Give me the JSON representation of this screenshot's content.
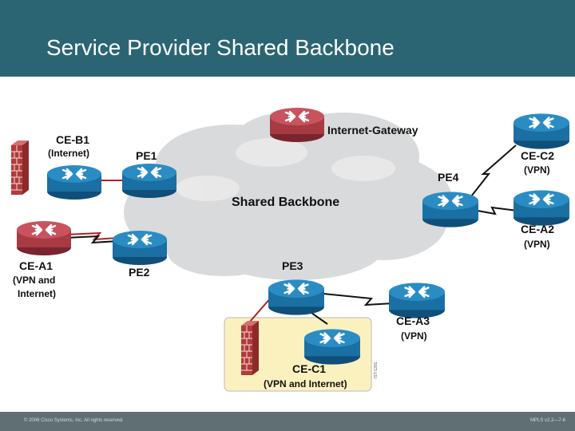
{
  "header": {
    "title": "Service Provider Shared Backbone"
  },
  "footer": {
    "copyright": "© 2006 Cisco Systems, Inc. All rights reserved.",
    "course_code": "MPLS v2.2—7-6"
  },
  "diagram": {
    "cloud_label": "Shared Backbone",
    "side_code": "IST-1201",
    "nodes": {
      "internet_gateway": {
        "name": "Internet-Gateway"
      },
      "ce_b1": {
        "name": "CE-B1",
        "role": "(Internet)"
      },
      "pe1": {
        "name": "PE1"
      },
      "ce_c2": {
        "name": "CE-C2",
        "role": "(VPN)"
      },
      "pe4": {
        "name": "PE4"
      },
      "ce_a2": {
        "name": "CE-A2",
        "role": "(VPN)"
      },
      "ce_a1": {
        "name": "CE-A1",
        "role_line1": "(VPN and",
        "role_line2": "Internet)"
      },
      "pe2": {
        "name": "PE2"
      },
      "pe3": {
        "name": "PE3"
      },
      "ce_a3": {
        "name": "CE-A3",
        "role": "(VPN)"
      },
      "ce_c1": {
        "name": "CE-C1",
        "role": "(VPN and Internet)"
      }
    },
    "colors": {
      "cloud": "#d9dadb",
      "router_blue": "#1a6fa3",
      "router_red": "#a83a44",
      "site_box": "#fbf1bf",
      "link_dark": "#111111",
      "link_red": "#b0202a"
    }
  }
}
